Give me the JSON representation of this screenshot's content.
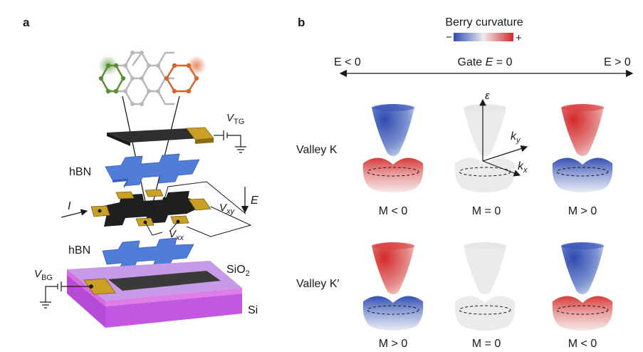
{
  "panel_a": {
    "label": "a",
    "hbn_top": "hBN",
    "hbn_bottom": "hBN",
    "sio2": "SiO",
    "sio2_sub": "2",
    "si": "Si",
    "current": "I",
    "field": "E",
    "v_tg": "V",
    "v_tg_sub": "TG",
    "v_xy": "V",
    "v_xy_sub": "xy",
    "v_xx": "V",
    "v_xx_sub": "xx",
    "v_bg": "V",
    "v_bg_sub": "BG"
  },
  "panel_b": {
    "label": "b",
    "colorbar_title": "Berry curvature",
    "colorbar_minus": "−",
    "colorbar_plus": "+",
    "colorbar_colors": [
      "#2f4bb0",
      "#e8e8e8",
      "#d42a2a"
    ],
    "gate_left": "E < 0",
    "gate_center_prefix": "Gate ",
    "gate_center_var": "E",
    "gate_center_suffix": " = 0",
    "gate_right": "E > 0",
    "row_k": "Valley K",
    "row_kp": "Valley K′",
    "axis_epsilon": "ε",
    "axis_ky": "k",
    "axis_ky_sub": "y",
    "axis_kx": "k",
    "axis_kx_sub": "x",
    "mass_k": [
      "M < 0",
      "M = 0",
      "M > 0"
    ],
    "mass_kp": [
      "M > 0",
      "M = 0",
      "M < 0"
    ]
  }
}
